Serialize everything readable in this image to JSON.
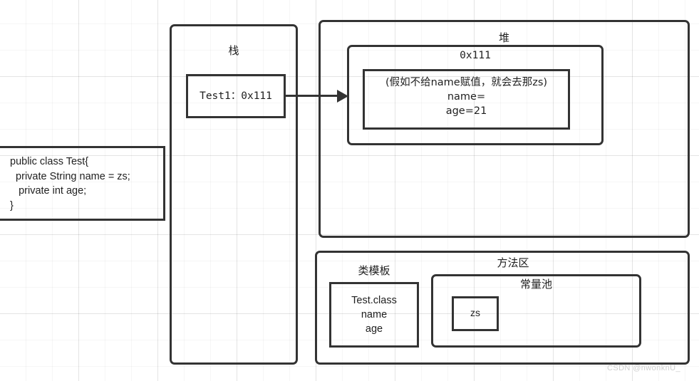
{
  "diagram": {
    "title_stack": "栈",
    "title_heap": "堆",
    "title_method_area": "方法区",
    "title_class_template": "类模板",
    "title_constant_pool": "常量池",
    "heap_address": "0x111",
    "stack_entry": "Test1：0x111",
    "heap_object_lines": "(假如不给name赋值，就会去那zs)\nname=\nage=21",
    "class_template_lines": "Test.class\nname\nage",
    "constant_pool_value": "zs",
    "code_block": "public class Test{\n  private String name = zs;\n   private int age;\n}",
    "stroke_color": "#333333",
    "text_color": "#1f1f1f",
    "background_color": "#ffffff",
    "grid_color": "#f0f0f0"
  },
  "watermark": {
    "text": "CSDN @nwonknU_"
  }
}
